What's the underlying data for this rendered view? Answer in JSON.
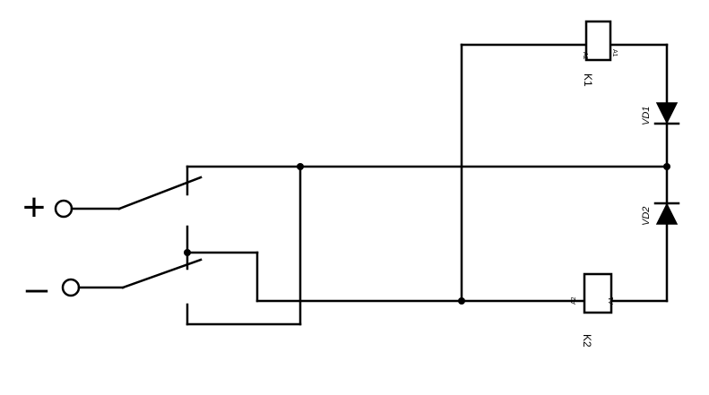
{
  "terminals": {
    "positive": {
      "symbol": "+"
    },
    "negative": {
      "symbol": "–"
    }
  },
  "relays": {
    "k1": {
      "ref": "K1",
      "pin_a1": "A1",
      "pin_a2": "A2"
    },
    "k2": {
      "ref": "K2",
      "pin_a1": "A1",
      "pin_a2": "A2"
    }
  },
  "diodes": {
    "vd1": {
      "ref": "VD1"
    },
    "vd2": {
      "ref": "VD2"
    }
  },
  "colors": {
    "line": "#000000",
    "background": "#ffffff"
  }
}
